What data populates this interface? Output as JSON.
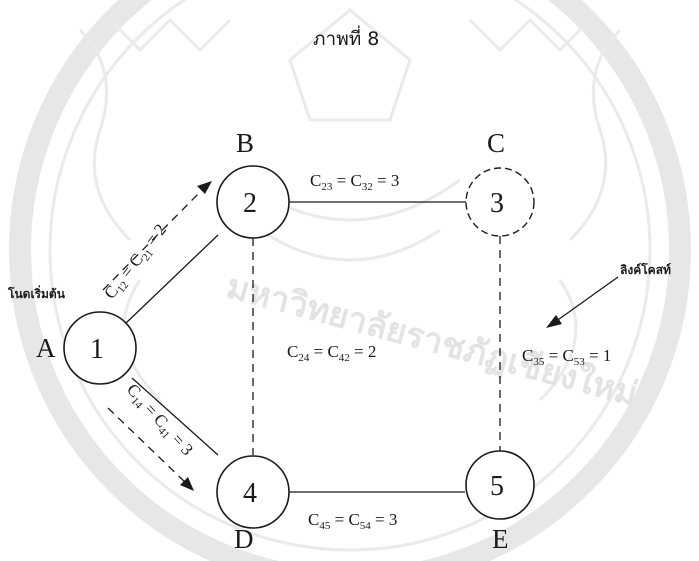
{
  "figure_title": "ภาพที่ 8",
  "watermark_text": "มหาวิทยาลัยราชภัฏเชียงใหม่",
  "start_node_label": "โนดเริ่มต้น",
  "link_cost_label": "ลิงค์โคสท์",
  "nodes": [
    {
      "id": "1",
      "letter": "A"
    },
    {
      "id": "2",
      "letter": "B"
    },
    {
      "id": "3",
      "letter": "C"
    },
    {
      "id": "4",
      "letter": "D"
    },
    {
      "id": "5",
      "letter": "E"
    }
  ],
  "edges": [
    {
      "from": "1",
      "to": "2",
      "cost": 2,
      "label": {
        "a": "C",
        "a_sub": "12",
        "b": "C",
        "b_sub": "21",
        "value": "2"
      }
    },
    {
      "from": "2",
      "to": "3",
      "cost": 3,
      "label": {
        "a": "C",
        "a_sub": "23",
        "b": "C",
        "b_sub": "32",
        "value": "3"
      }
    },
    {
      "from": "2",
      "to": "4",
      "cost": 2,
      "label": {
        "a": "C",
        "a_sub": "24",
        "b": "C",
        "b_sub": "42",
        "value": "2"
      }
    },
    {
      "from": "3",
      "to": "5",
      "cost": 1,
      "label": {
        "a": "C",
        "a_sub": "35",
        "b": "C",
        "b_sub": "53",
        "value": "1"
      }
    },
    {
      "from": "1",
      "to": "4",
      "cost": 3,
      "label": {
        "a": "C",
        "a_sub": "14",
        "b": "C",
        "b_sub": "41",
        "value": "3"
      }
    },
    {
      "from": "4",
      "to": "5",
      "cost": 3,
      "label": {
        "a": "C",
        "a_sub": "45",
        "b": "C",
        "b_sub": "54",
        "value": "3"
      }
    }
  ],
  "colors": {
    "ink": "#1a1a1a",
    "watermark": "#e9e6e6",
    "background": "#ffffff"
  }
}
